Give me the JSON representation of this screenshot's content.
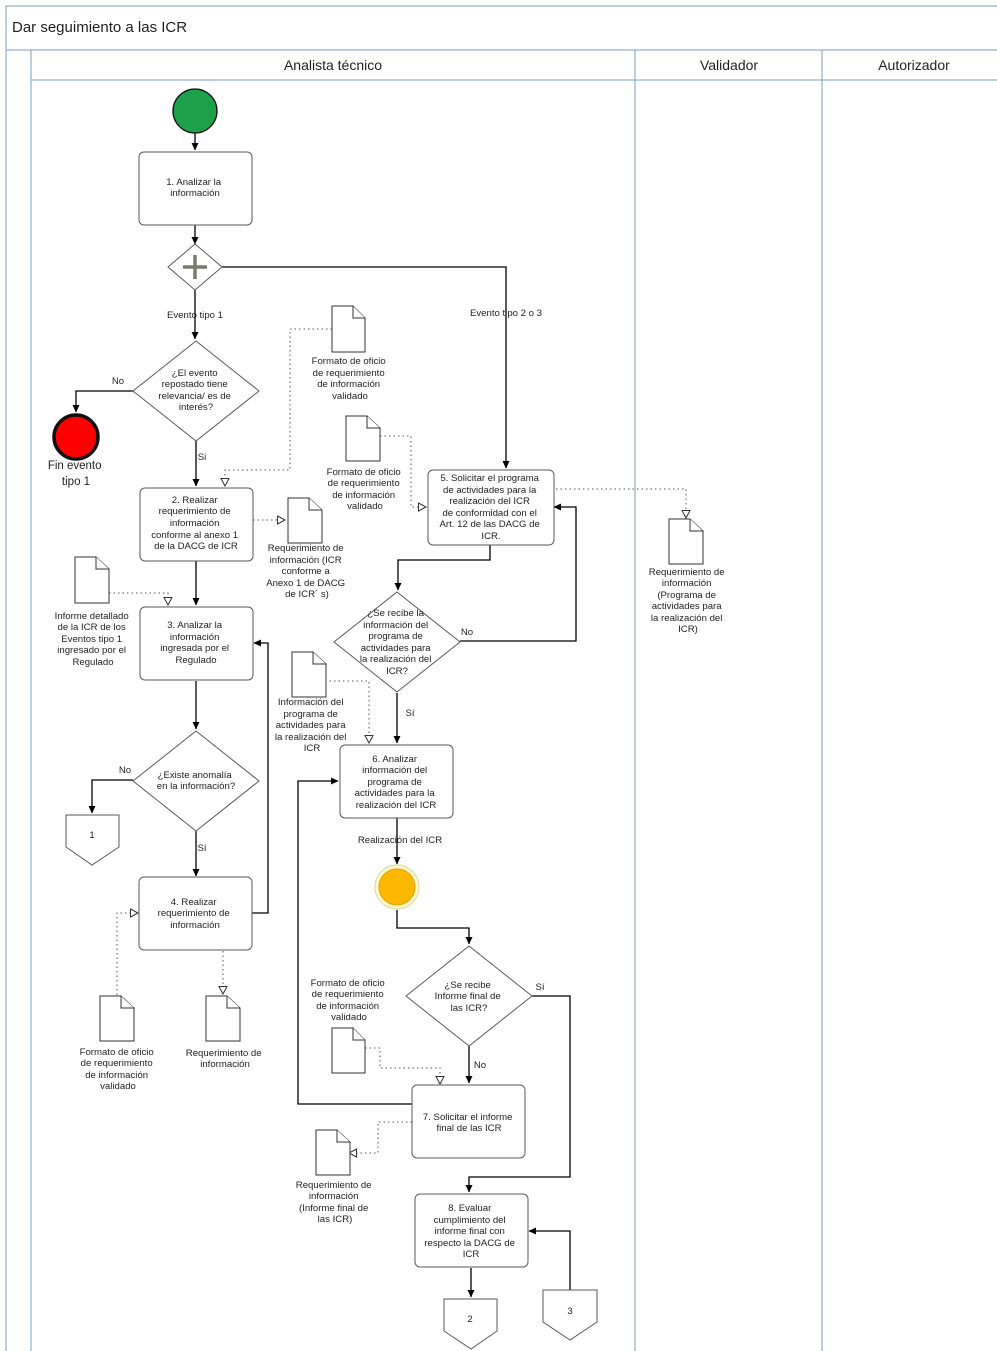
{
  "pool": {
    "title": "Dar seguimiento a las ICR"
  },
  "lanes": [
    "Analista técnico",
    "Validador",
    "Autorizador"
  ],
  "colors": {
    "start": "#1da04a",
    "end": "#ff0000",
    "intermediate": "#ffb800",
    "lane_border": "#7a9cc6"
  },
  "events": {
    "end_label": [
      "Fin evento",
      "tipo 1"
    ]
  },
  "tasks": {
    "t1": [
      "1. Analizar la",
      "información"
    ],
    "t2": [
      "2. Realizar",
      "requerimiento de",
      "información",
      "conforme al anexo 1",
      "de la DACG de ICR"
    ],
    "t3": [
      "3. Analizar la",
      "información",
      "ingresada por el",
      "Regulado"
    ],
    "t4": [
      "4. Realizar",
      "requerimiento de",
      "información"
    ],
    "t5": [
      "5. Solicitar el programa",
      "de actividades para la",
      "realización del ICR",
      "de conformidad con el",
      "Art. 12 de las DACG de",
      "ICR."
    ],
    "t6": [
      "6. Analizar",
      "información del",
      "programa de",
      "actividades para la",
      "realización del ICR"
    ],
    "t7": [
      "7. Solicitar el informe",
      "final de las ICR"
    ],
    "t8": [
      "8. Evaluar",
      "cumplimiento del",
      "informe final con",
      "respecto la DACG de",
      "ICR"
    ]
  },
  "gateways": {
    "g1": [
      "¿El evento",
      "repostado tiene",
      "relevancia/ es de",
      "interés?"
    ],
    "g2": [
      "¿Existe anomalía",
      "en la información?"
    ],
    "g3": [
      "¿Se recibe la",
      "información del",
      "programa de",
      "actividades para",
      "la realización del",
      "ICR?"
    ],
    "g4": [
      "¿Se recibe",
      "Informe final de",
      "las ICR?"
    ]
  },
  "flow_labels": {
    "evento1": "Evento tipo 1",
    "evento23": "Evento tipo 2 o 3",
    "no_g1": "No",
    "si_g1": "Si",
    "no_g2": "No",
    "si_g2": "Sí",
    "no_g3": "No",
    "si_g3": "Sí",
    "si_g4": "Sí",
    "no_g4": "No",
    "realizacion": "Realización del  ICR"
  },
  "documents": {
    "d1": [
      "Formato de oficio",
      "de requerimiento",
      "de información",
      "validado"
    ],
    "d2": [
      "Formato de oficio",
      "de requerimiento",
      "de información",
      "validado"
    ],
    "d3": [
      "Requerimiento de",
      "información (ICR",
      "conforme a",
      "Anexo 1 de DACG",
      "de ICR´ s)"
    ],
    "d4": [
      "Informe detallado",
      "de la ICR de los",
      "Eventos tipo 1",
      "ingresado por el",
      "Regulado"
    ],
    "d5": [
      "Requerimiento de",
      "información",
      "(Programa de",
      "actividades para",
      "la realización del",
      "ICR)"
    ],
    "d6": [
      "Información del",
      "programa de",
      "actividades para",
      "la realización del",
      "ICR"
    ],
    "d7": [
      "Formato de oficio",
      "de requerimiento",
      "de información",
      "validado"
    ],
    "d8": [
      "Requerimiento de",
      "información"
    ],
    "d9": [
      "Formato de oficio",
      "de requerimiento",
      "de información",
      "validado"
    ],
    "d10": [
      "Requerimiento de",
      "información",
      "(Informe final de",
      "las ICR)"
    ]
  },
  "connectors": {
    "c1": "1",
    "c2": "2",
    "c3": "3"
  }
}
